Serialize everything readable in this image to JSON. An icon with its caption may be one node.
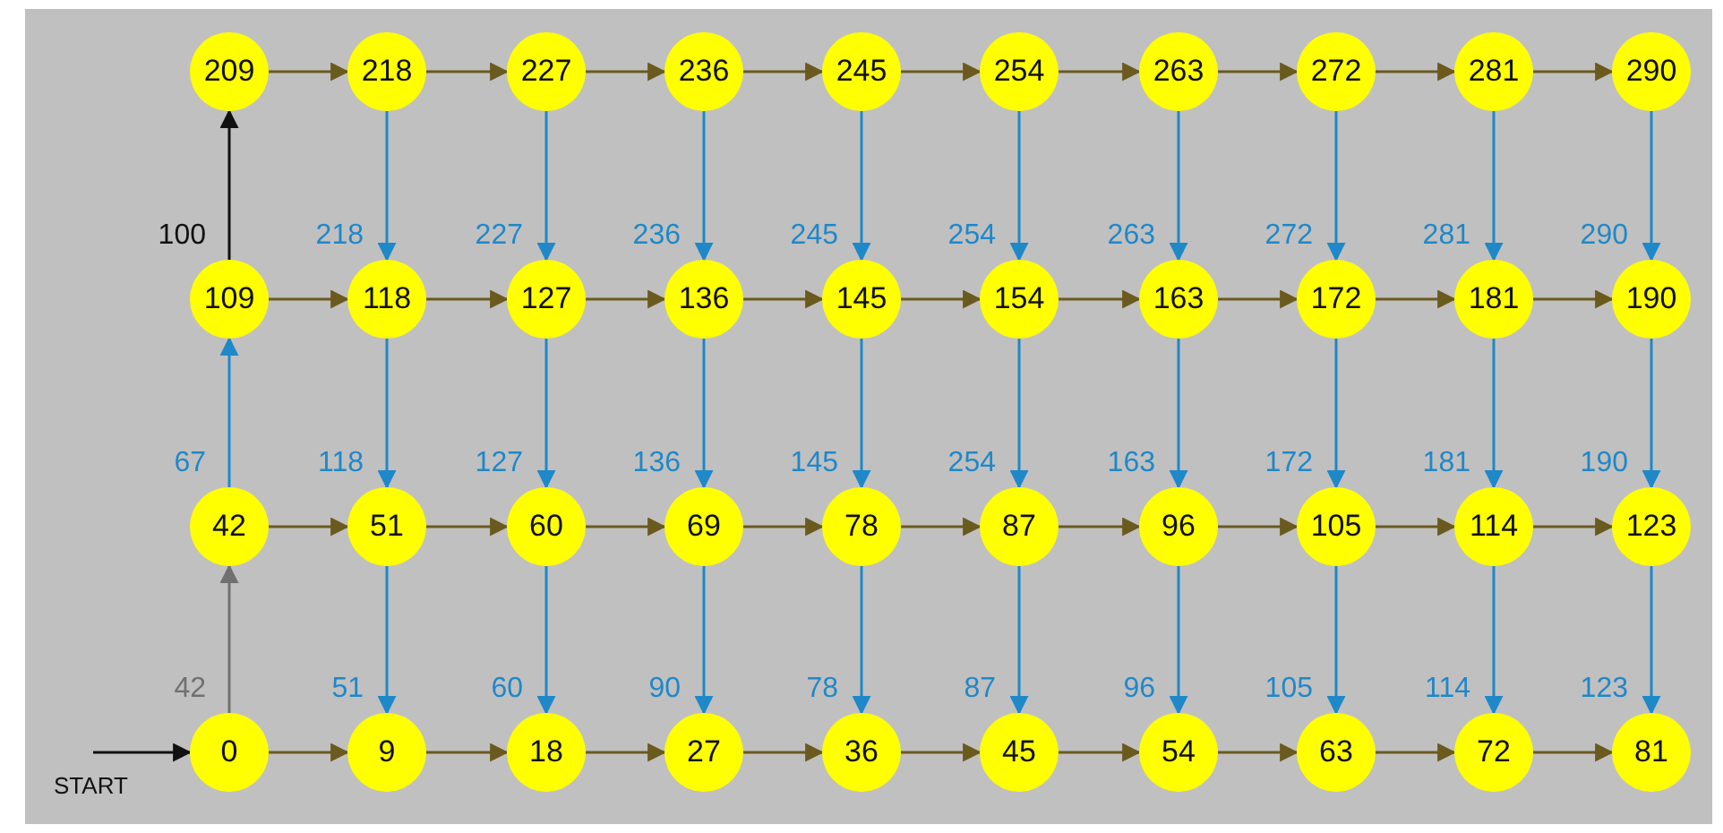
{
  "diagram": {
    "nodes": [
      {
        "text": [
          "209"
        ]
      },
      {
        "text": [
          "218"
        ]
      },
      {
        "text": [
          "227"
        ]
      },
      {
        "text": [
          "236"
        ]
      },
      {
        "text": [
          "245"
        ]
      },
      {
        "text": [
          "254"
        ]
      },
      {
        "text": [
          "263"
        ]
      },
      {
        "text": [
          "272"
        ]
      },
      {
        "text": [
          "281"
        ]
      },
      {
        "text": [
          "290"
        ]
      },
      {
        "text": [
          "109"
        ]
      },
      {
        "text": [
          "118"
        ]
      },
      {
        "text": [
          "127"
        ]
      },
      {
        "text": [
          "136"
        ]
      },
      {
        "text": [
          "145"
        ]
      },
      {
        "text": [
          "154"
        ]
      },
      {
        "text": [
          "163"
        ]
      },
      {
        "text": [
          "172"
        ]
      },
      {
        "text": [
          "181"
        ]
      },
      {
        "text": [
          "190"
        ]
      },
      {
        "text": [
          "42"
        ]
      },
      {
        "text": [
          "51"
        ]
      },
      {
        "text": [
          "60"
        ]
      },
      {
        "text": [
          "69"
        ]
      },
      {
        "text": [
          "78"
        ]
      },
      {
        "text": [
          "87"
        ]
      },
      {
        "text": [
          "96"
        ]
      },
      {
        "text": [
          "105"
        ]
      },
      {
        "text": [
          "114"
        ]
      },
      {
        "text": [
          "123"
        ]
      },
      {
        "text": [
          "0"
        ]
      },
      {
        "text": [
          "9"
        ]
      },
      {
        "text": [
          "18"
        ]
      },
      {
        "text": [
          "27"
        ]
      },
      {
        "text": [
          "36"
        ]
      },
      {
        "text": [
          "45"
        ]
      },
      {
        "text": [
          "54"
        ]
      },
      {
        "text": [
          "63"
        ]
      },
      {
        "text": [
          "72"
        ]
      },
      {
        "text": [
          "81"
        ]
      }
    ],
    "edges": [
      {
        "from": 0,
        "to": 1,
        "arrow": "to"
      },
      {
        "from": 1,
        "to": 2,
        "arrow": "to"
      },
      {
        "from": 2,
        "to": 3,
        "arrow": "to"
      },
      {
        "from": 3,
        "to": 4,
        "arrow": "to"
      },
      {
        "from": 4,
        "to": 5,
        "arrow": "to"
      },
      {
        "from": 5,
        "to": 6,
        "arrow": "to"
      },
      {
        "from": 6,
        "to": 7,
        "arrow": "to"
      },
      {
        "from": 7,
        "to": 8,
        "arrow": "to"
      },
      {
        "from": 8,
        "to": 9,
        "arrow": "to"
      },
      {
        "from": 10,
        "to": 11,
        "arrow": "to"
      },
      {
        "from": 11,
        "to": 12,
        "arrow": "to"
      },
      {
        "from": 12,
        "to": 13,
        "arrow": "to"
      },
      {
        "from": 13,
        "to": 14,
        "arrow": "to"
      },
      {
        "from": 14,
        "to": 15,
        "arrow": "to"
      },
      {
        "from": 15,
        "to": 16,
        "arrow": "to"
      },
      {
        "from": 16,
        "to": 17,
        "arrow": "to"
      },
      {
        "from": 17,
        "to": 18,
        "arrow": "to"
      },
      {
        "from": 18,
        "to": 19,
        "arrow": "to"
      },
      {
        "from": 20,
        "to": 21,
        "arrow": "to"
      },
      {
        "from": 21,
        "to": 22,
        "arrow": "to"
      },
      {
        "from": 22,
        "to": 23,
        "arrow": "to"
      },
      {
        "from": 23,
        "to": 24,
        "arrow": "to"
      },
      {
        "from": 24,
        "to": 25,
        "arrow": "to"
      },
      {
        "from": 25,
        "to": 26,
        "arrow": "to"
      },
      {
        "from": 26,
        "to": 27,
        "arrow": "to"
      },
      {
        "from": 27,
        "to": 28,
        "arrow": "to"
      },
      {
        "from": 28,
        "to": 29,
        "arrow": "to"
      },
      {
        "from": 30,
        "to": 31,
        "arrow": "to"
      },
      {
        "from": 31,
        "to": 32,
        "arrow": "to"
      },
      {
        "from": 32,
        "to": 33,
        "arrow": "to"
      },
      {
        "from": 33,
        "to": 34,
        "arrow": "to"
      },
      {
        "from": 34,
        "to": 35,
        "arrow": "to"
      },
      {
        "from": 35,
        "to": 36,
        "arrow": "to"
      },
      {
        "from": 36,
        "to": 37,
        "arrow": "to"
      },
      {
        "from": 37,
        "to": 38,
        "arrow": "to"
      },
      {
        "from": 38,
        "to": 39,
        "arrow": "to"
      },
      {
        "from": 10,
        "to": 0,
        "arrow": "to",
        "label": "100",
        "color": "#111111"
      },
      {
        "from": 1,
        "to": 11,
        "arrow": "to",
        "label": "218",
        "color": "#1f88c9"
      },
      {
        "from": 2,
        "to": 12,
        "arrow": "to",
        "label": "227",
        "color": "#1f88c9"
      },
      {
        "from": 3,
        "to": 13,
        "arrow": "to",
        "label": "236",
        "color": "#1f88c9"
      },
      {
        "from": 4,
        "to": 14,
        "arrow": "to",
        "label": "245",
        "color": "#1f88c9"
      },
      {
        "from": 5,
        "to": 15,
        "arrow": "to",
        "label": "254",
        "color": "#1f88c9"
      },
      {
        "from": 6,
        "to": 16,
        "arrow": "to",
        "label": "263",
        "color": "#1f88c9"
      },
      {
        "from": 7,
        "to": 17,
        "arrow": "to",
        "label": "272",
        "color": "#1f88c9"
      },
      {
        "from": 8,
        "to": 18,
        "arrow": "to",
        "label": "281",
        "color": "#1f88c9"
      },
      {
        "from": 9,
        "to": 19,
        "arrow": "to",
        "label": "290",
        "color": "#1f88c9"
      },
      {
        "from": 20,
        "to": 10,
        "arrow": "to",
        "label": "67",
        "color": "#1f88c9"
      },
      {
        "from": 11,
        "to": 21,
        "arrow": "to",
        "label": "118",
        "color": "#1f88c9"
      },
      {
        "from": 12,
        "to": 22,
        "arrow": "to",
        "label": "127",
        "color": "#1f88c9"
      },
      {
        "from": 13,
        "to": 23,
        "arrow": "to",
        "label": "136",
        "color": "#1f88c9"
      },
      {
        "from": 14,
        "to": 24,
        "arrow": "to",
        "label": "145",
        "color": "#1f88c9"
      },
      {
        "from": 15,
        "to": 25,
        "arrow": "to",
        "label": "254",
        "color": "#1f88c9"
      },
      {
        "from": 16,
        "to": 26,
        "arrow": "to",
        "label": "163",
        "color": "#1f88c9"
      },
      {
        "from": 17,
        "to": 27,
        "arrow": "to",
        "label": "172",
        "color": "#1f88c9"
      },
      {
        "from": 18,
        "to": 28,
        "arrow": "to",
        "label": "181",
        "color": "#1f88c9"
      },
      {
        "from": 19,
        "to": 29,
        "arrow": "to",
        "label": "190",
        "color": "#1f88c9"
      },
      {
        "from": 30,
        "to": 20,
        "arrow": "to",
        "label": "42",
        "color": "#707070"
      },
      {
        "from": 21,
        "to": 31,
        "arrow": "to",
        "label": "51",
        "color": "#1f88c9"
      },
      {
        "from": 22,
        "to": 32,
        "arrow": "to",
        "label": "60",
        "color": "#1f88c9"
      },
      {
        "from": 23,
        "to": 33,
        "arrow": "to",
        "label": "90",
        "color": "#1f88c9"
      },
      {
        "from": 24,
        "to": 34,
        "arrow": "to",
        "label": "78",
        "color": "#1f88c9"
      },
      {
        "from": 25,
        "to": 35,
        "arrow": "to",
        "label": "87",
        "color": "#1f88c9"
      },
      {
        "from": 26,
        "to": 36,
        "arrow": "to",
        "label": "96",
        "color": "#1f88c9"
      },
      {
        "from": 27,
        "to": 37,
        "arrow": "to",
        "label": "105",
        "color": "#1f88c9"
      },
      {
        "from": 28,
        "to": 38,
        "arrow": "to",
        "label": "114",
        "color": "#1f88c9"
      },
      {
        "from": 29,
        "to": 39,
        "arrow": "to",
        "label": "123",
        "color": "#1f88c9"
      },
      {
        "from": null,
        "to": 30,
        "arrow": "to",
        "color": "#111111"
      }
    ],
    "labels": [
      "START"
    ]
  }
}
